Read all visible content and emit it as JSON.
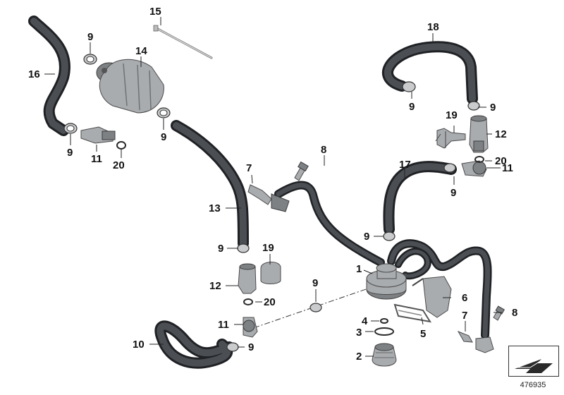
{
  "diagram": {
    "reference_number": "476935",
    "callouts": {
      "c1": "1",
      "c2": "2",
      "c3": "3",
      "c4": "4",
      "c5": "5",
      "c6": "6",
      "c7a": "7",
      "c7b": "7",
      "c8a": "8",
      "c8b": "8",
      "c9a": "9",
      "c9b": "9",
      "c9c": "9",
      "c9d": "9",
      "c9e": "9",
      "c9f": "9",
      "c9g": "9",
      "c9h": "9",
      "c9i": "9",
      "c10": "10",
      "c11a": "11",
      "c11b": "11",
      "c11c": "11",
      "c12a": "12",
      "c12b": "12",
      "c13": "13",
      "c14": "14",
      "c15": "15",
      "c16": "16",
      "c17": "17",
      "c18": "18",
      "c19a": "19",
      "c19b": "19",
      "c20a": "20",
      "c20b": "20",
      "c20c": "20"
    },
    "icons": {
      "reference_box": "arrow-box-icon"
    },
    "colors": {
      "hose": "#1f2124",
      "metal": "#a9acaf",
      "lines": "#222222"
    }
  }
}
